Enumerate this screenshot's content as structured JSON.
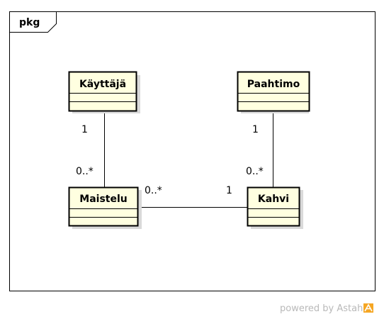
{
  "package": {
    "label": "pkg"
  },
  "classes": {
    "kayttaja": {
      "name": "Käyttäjä"
    },
    "paahtimo": {
      "name": "Paahtimo"
    },
    "maistelu": {
      "name": "Maistelu"
    },
    "kahvi": {
      "name": "Kahvi"
    }
  },
  "associations": {
    "kayttaja_maistelu": {
      "end_kayttaja": "1",
      "end_maistelu": "0..*"
    },
    "paahtimo_kahvi": {
      "end_paahtimo": "1",
      "end_kahvi": "0..*"
    },
    "maistelu_kahvi": {
      "end_maistelu": "0..*",
      "end_kahvi": "1"
    }
  },
  "footer": {
    "text": "powered by Astah"
  },
  "colors": {
    "class_fill": "#ffffe0",
    "shadow": "#d9d9d9",
    "footer_text": "#b9b9b9",
    "logo": "#f5a623"
  }
}
